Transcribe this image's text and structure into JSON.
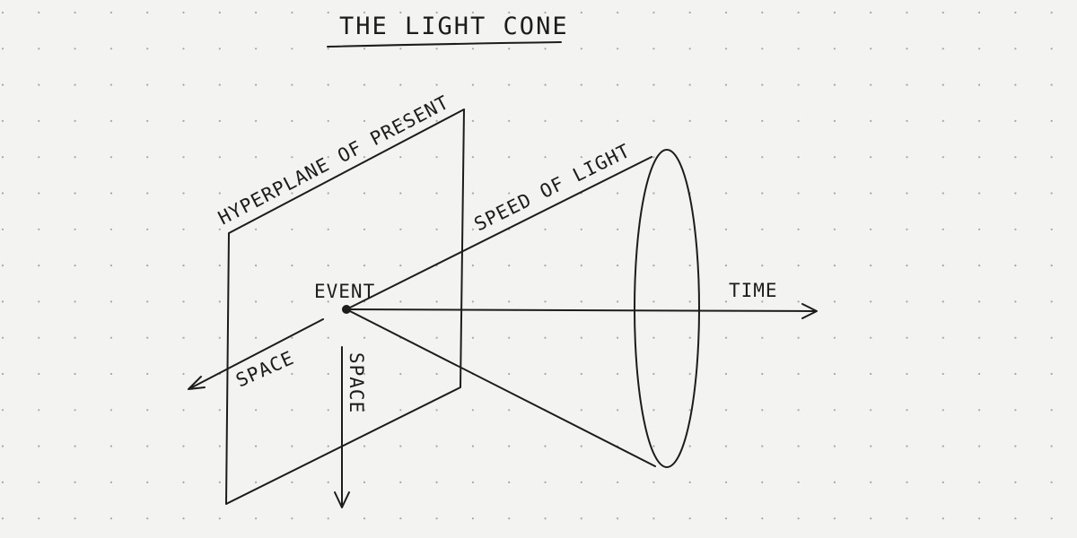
{
  "title": "THE LIGHT CONE",
  "labels": {
    "hyperplane": "HYPERPLANE OF PRESENT",
    "speed_of_light": "SPEED OF LIGHT",
    "event": "EVENT",
    "time": "TIME",
    "space_horizontal": "SPACE",
    "space_vertical": "SPACE"
  },
  "colors": {
    "paper": "#f3f3f1",
    "ink": "#1c1c1c",
    "grid_dot": "#a7a7a7"
  }
}
